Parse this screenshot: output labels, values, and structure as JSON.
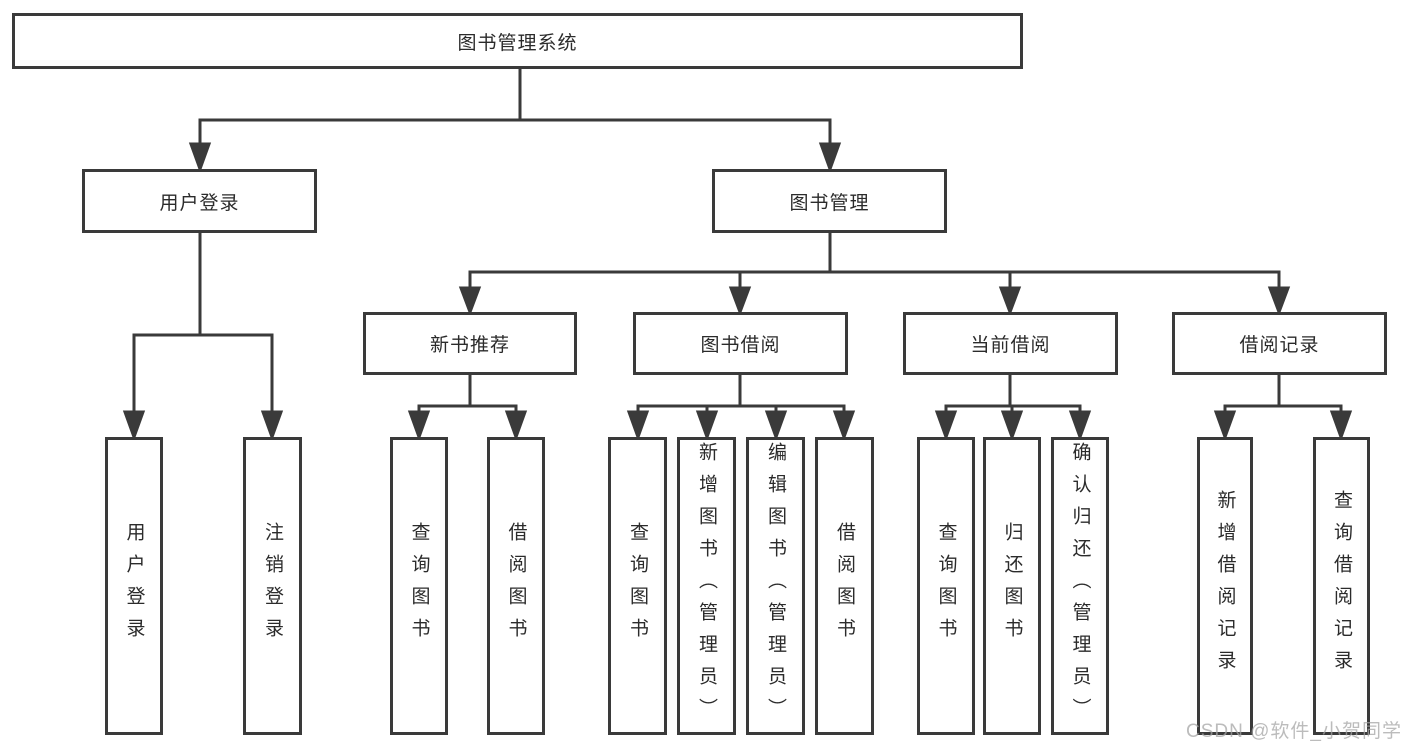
{
  "diagram": {
    "title": "图书管理系统",
    "branches": [
      {
        "label": "用户登录",
        "children": [
          {
            "label": "用户登录"
          },
          {
            "label": "注销登录"
          }
        ]
      },
      {
        "label": "图书管理",
        "children": [
          {
            "label": "新书推荐",
            "children": [
              {
                "label": "查询图书"
              },
              {
                "label": "借阅图书"
              }
            ]
          },
          {
            "label": "图书借阅",
            "children": [
              {
                "label": "查询图书"
              },
              {
                "label": "新增图书（管理员）"
              },
              {
                "label": "编辑图书（管理员）"
              },
              {
                "label": "借阅图书"
              }
            ]
          },
          {
            "label": "当前借阅",
            "children": [
              {
                "label": "查询图书"
              },
              {
                "label": "归还图书"
              },
              {
                "label": "确认归还（管理员）"
              }
            ]
          },
          {
            "label": "借阅记录",
            "children": [
              {
                "label": "新增借阅记录"
              },
              {
                "label": "查询借阅记录"
              }
            ]
          }
        ]
      }
    ]
  },
  "watermark": "CSDN @软件_小贺同学",
  "colors": {
    "line": "#3a3a3a",
    "text": "#2b2b2b",
    "background": "#ffffff",
    "watermark": "#a5a5a5"
  }
}
